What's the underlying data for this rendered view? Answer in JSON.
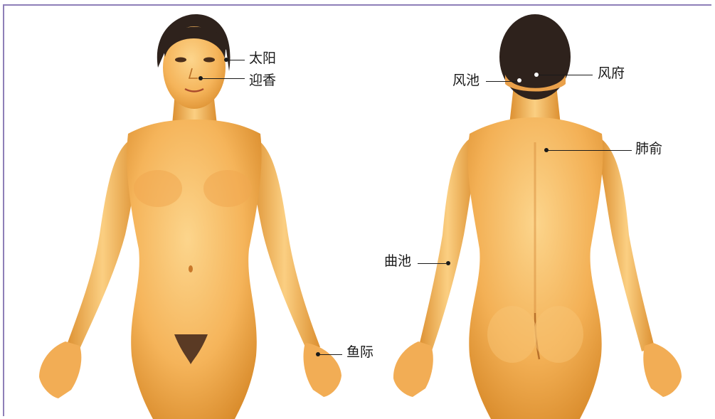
{
  "figure": {
    "colors": {
      "skin": "#f5b45a",
      "skin_light": "#fcd58c",
      "skin_shadow": "#d88a2a",
      "hair": "#2e221c",
      "border": "#8e7fb8",
      "leader_line": "#1a1a1a",
      "dot_front": "#1a1a1a",
      "dot_back": "#ffffff"
    },
    "front_view": {
      "points": [
        {
          "id": "taiyang",
          "label": "太阳"
        },
        {
          "id": "yingxiang",
          "label": "迎香"
        },
        {
          "id": "yuji",
          "label": "鱼际"
        }
      ]
    },
    "back_view": {
      "points": [
        {
          "id": "fengchi",
          "label": "风池"
        },
        {
          "id": "fengfu",
          "label": "风府"
        },
        {
          "id": "feishu",
          "label": "肺俞"
        },
        {
          "id": "quchi",
          "label": "曲池"
        }
      ]
    }
  }
}
